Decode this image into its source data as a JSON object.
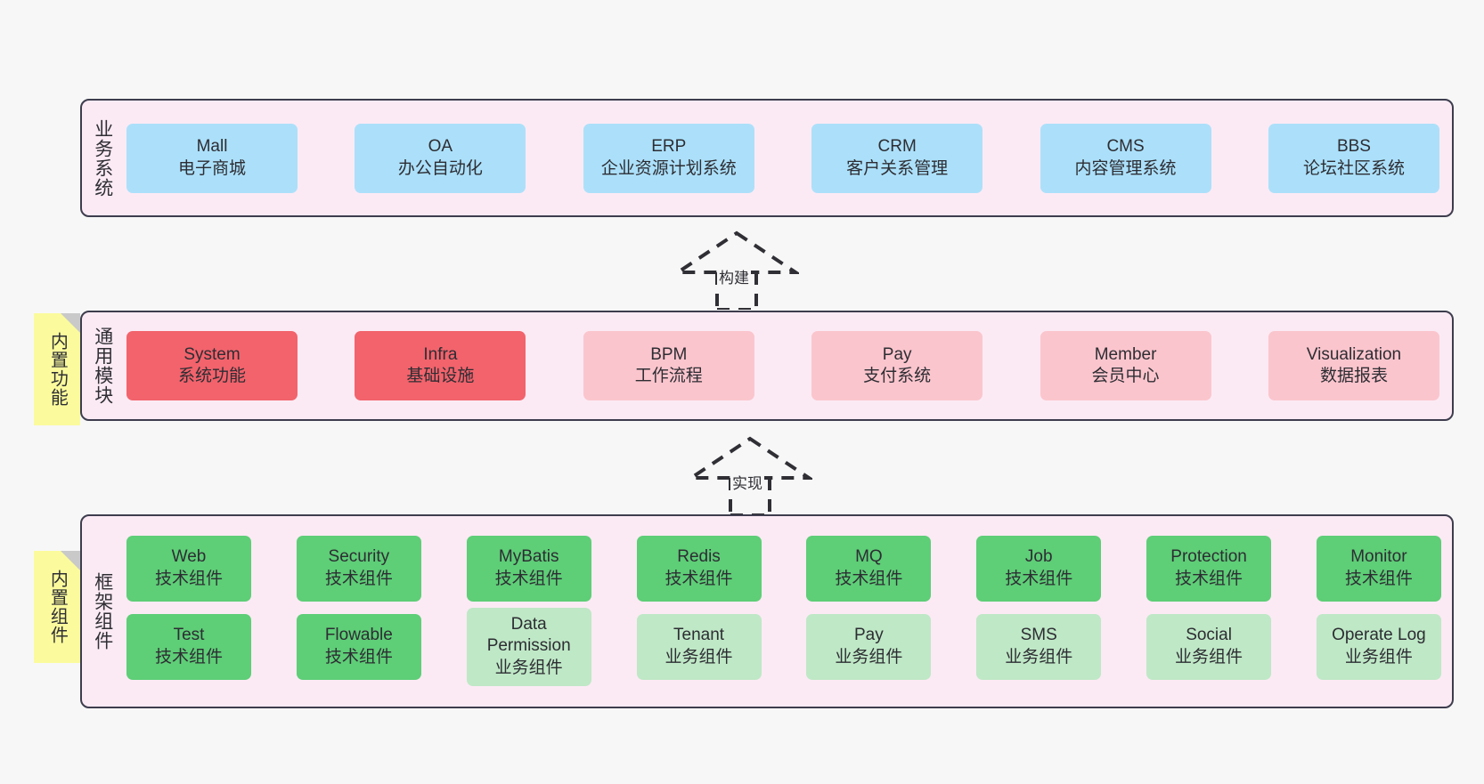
{
  "diagram": {
    "background": "#f7f7f7",
    "colors": {
      "layer_fill": "#fbeaf4",
      "layer_border": "#3d3d4e",
      "business_card": "#ace0fa",
      "module_card": "#fbc5cd",
      "module_card_strong": "#f2636c",
      "framework_tech": "#5ece77",
      "framework_biz": "#bfe8c6",
      "sticky_note": "#fbfb9d",
      "sticky_fold": "#c9c9c9"
    }
  },
  "layers": {
    "business": {
      "label": "业务系统",
      "cards": [
        {
          "title": "Mall",
          "subtitle": "电子商城"
        },
        {
          "title": "OA",
          "subtitle": "办公自动化"
        },
        {
          "title": "ERP",
          "subtitle": "企业资源计划系统"
        },
        {
          "title": "CRM",
          "subtitle": "客户关系管理"
        },
        {
          "title": "CMS",
          "subtitle": "内容管理系统"
        },
        {
          "title": "BBS",
          "subtitle": "论坛社区系统"
        }
      ]
    },
    "modules": {
      "label": "通用模块",
      "sticky": "内置功能",
      "cards": [
        {
          "title": "System",
          "subtitle": "系统功能",
          "strong": true
        },
        {
          "title": "Infra",
          "subtitle": "基础设施",
          "strong": true
        },
        {
          "title": "BPM",
          "subtitle": "工作流程",
          "strong": false
        },
        {
          "title": "Pay",
          "subtitle": "支付系统",
          "strong": false
        },
        {
          "title": "Member",
          "subtitle": "会员中心",
          "strong": false
        },
        {
          "title": "Visualization",
          "subtitle": "数据报表",
          "strong": false
        }
      ]
    },
    "framework": {
      "label": "框架组件",
      "sticky": "内置组件",
      "rows": [
        [
          {
            "title": "Web",
            "subtitle": "技术组件",
            "kind": "tech"
          },
          {
            "title": "Security",
            "subtitle": "技术组件",
            "kind": "tech"
          },
          {
            "title": "MyBatis",
            "subtitle": "技术组件",
            "kind": "tech"
          },
          {
            "title": "Redis",
            "subtitle": "技术组件",
            "kind": "tech"
          },
          {
            "title": "MQ",
            "subtitle": "技术组件",
            "kind": "tech"
          },
          {
            "title": "Job",
            "subtitle": "技术组件",
            "kind": "tech"
          },
          {
            "title": "Protection",
            "subtitle": "技术组件",
            "kind": "tech"
          },
          {
            "title": "Monitor",
            "subtitle": "技术组件",
            "kind": "tech"
          }
        ],
        [
          {
            "title": "Test",
            "subtitle": "技术组件",
            "kind": "tech"
          },
          {
            "title": "Flowable",
            "subtitle": "技术组件",
            "kind": "tech"
          },
          {
            "title": "Data Permission",
            "subtitle": "业务组件",
            "kind": "biz"
          },
          {
            "title": "Tenant",
            "subtitle": "业务组件",
            "kind": "biz"
          },
          {
            "title": "Pay",
            "subtitle": "业务组件",
            "kind": "biz"
          },
          {
            "title": "SMS",
            "subtitle": "业务组件",
            "kind": "biz"
          },
          {
            "title": "Social",
            "subtitle": "业务组件",
            "kind": "biz"
          },
          {
            "title": "Operate Log",
            "subtitle": "业务组件",
            "kind": "biz"
          }
        ]
      ]
    }
  },
  "connectors": {
    "build": {
      "label": "构建"
    },
    "implement": {
      "label": "实现"
    }
  }
}
